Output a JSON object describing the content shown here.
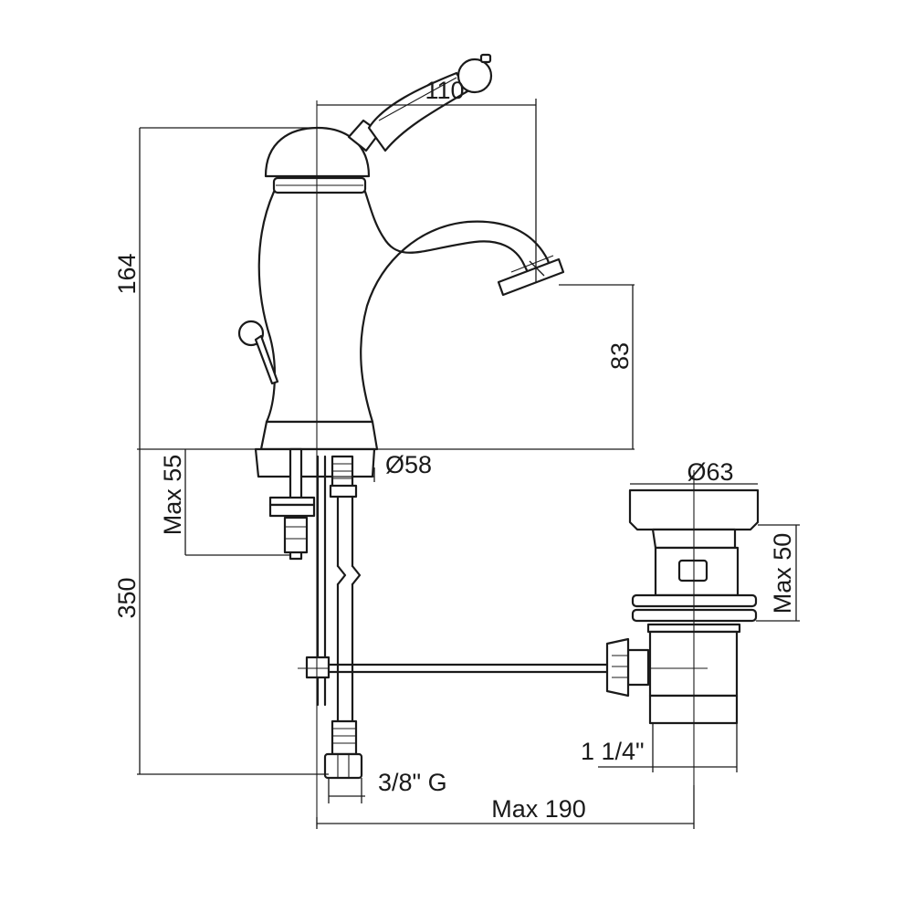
{
  "diagram": {
    "dimensions": {
      "spout_reach": "110",
      "total_height": "164",
      "spout_height": "83",
      "base_diameter": "Ø58",
      "max_deck_thickness": "Max 55",
      "hose_length": "350",
      "waste_diameter": "Ø63",
      "waste_max": "Max 50",
      "waste_thread": "1 1/4\"",
      "connection_thread": "3/8\" G",
      "max_rod_length": "Max 190"
    }
  }
}
